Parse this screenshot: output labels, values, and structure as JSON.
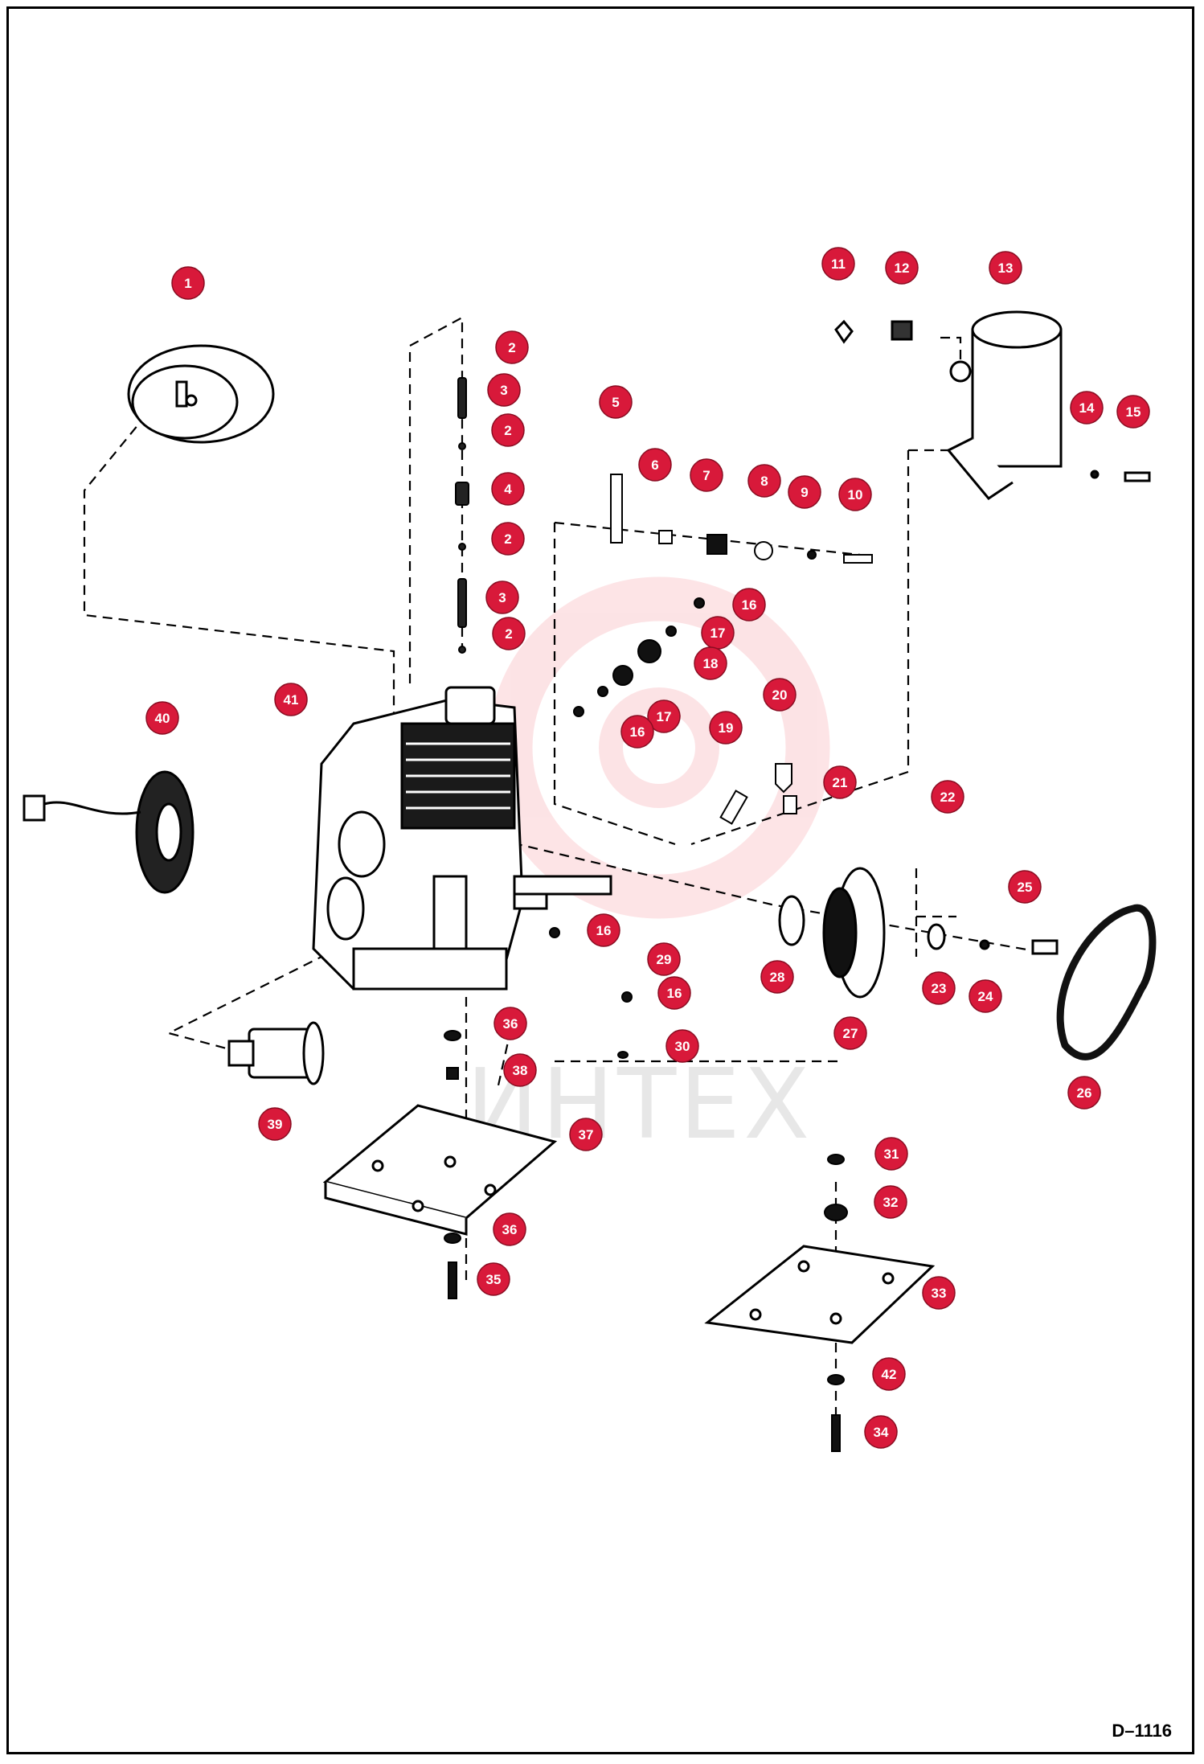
{
  "drawing_code": "D–1116",
  "watermark": "ИНТЕХ",
  "callouts": [
    {
      "label": "1"
    },
    {
      "label": "2"
    },
    {
      "label": "3"
    },
    {
      "label": "2"
    },
    {
      "label": "4"
    },
    {
      "label": "2"
    },
    {
      "label": "3"
    },
    {
      "label": "2"
    },
    {
      "label": "5"
    },
    {
      "label": "6"
    },
    {
      "label": "7"
    },
    {
      "label": "8"
    },
    {
      "label": "9"
    },
    {
      "label": "10"
    },
    {
      "label": "11"
    },
    {
      "label": "12"
    },
    {
      "label": "13"
    },
    {
      "label": "14"
    },
    {
      "label": "15"
    },
    {
      "label": "16"
    },
    {
      "label": "17"
    },
    {
      "label": "18"
    },
    {
      "label": "17"
    },
    {
      "label": "16"
    },
    {
      "label": "19"
    },
    {
      "label": "20"
    },
    {
      "label": "21"
    },
    {
      "label": "41"
    },
    {
      "label": "40"
    },
    {
      "label": "22"
    },
    {
      "label": "25"
    },
    {
      "label": "16"
    },
    {
      "label": "29"
    },
    {
      "label": "16"
    },
    {
      "label": "28"
    },
    {
      "label": "27"
    },
    {
      "label": "23"
    },
    {
      "label": "24"
    },
    {
      "label": "26"
    },
    {
      "label": "36"
    },
    {
      "label": "30"
    },
    {
      "label": "38"
    },
    {
      "label": "39"
    },
    {
      "label": "37"
    },
    {
      "label": "31"
    },
    {
      "label": "32"
    },
    {
      "label": "36"
    },
    {
      "label": "33"
    },
    {
      "label": "35"
    },
    {
      "label": "42"
    },
    {
      "label": "34"
    }
  ],
  "colors": {
    "callout_fill": "#d8193a",
    "line": "#000000",
    "frame": "#000000"
  }
}
